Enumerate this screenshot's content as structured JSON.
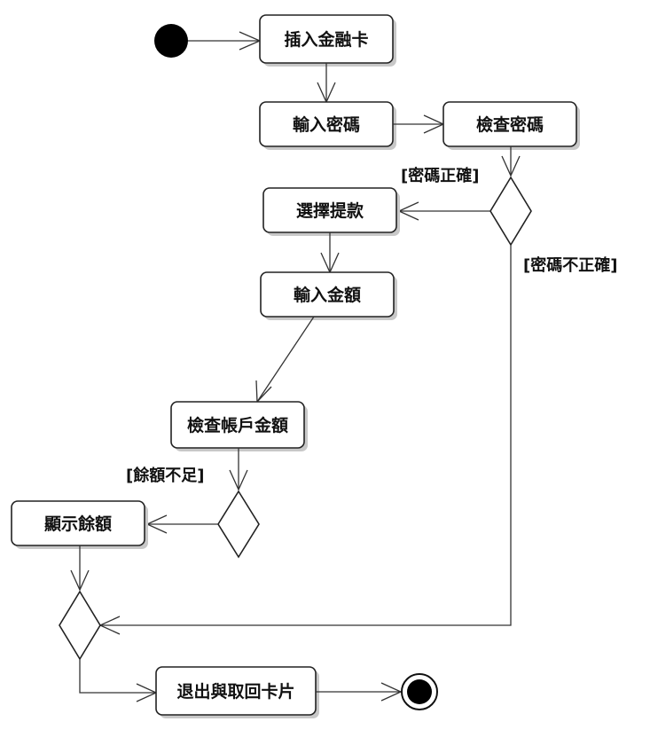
{
  "nodes": {
    "insert_card": "插入金融卡",
    "enter_pin": "輸入密碼",
    "check_pin": "檢查密碼",
    "select_withdraw": "選擇提款",
    "enter_amount": "輸入金額",
    "check_balance": "檢查帳戶金額",
    "show_balance": "顯示餘額",
    "exit_return_card": "退出與取回卡片"
  },
  "guards": {
    "pin_correct": "[密碼正確]",
    "pin_incorrect": "[密碼不正確]",
    "insufficient_balance": "[餘額不足]"
  }
}
